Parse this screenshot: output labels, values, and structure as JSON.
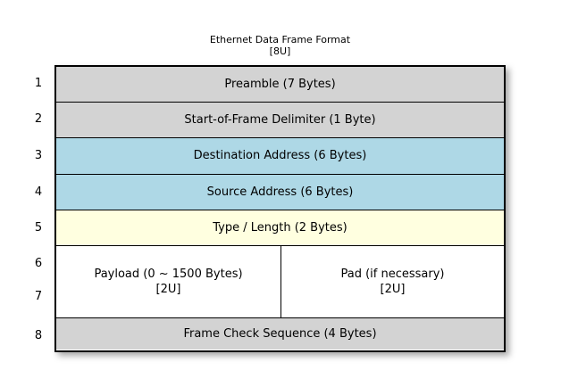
{
  "title": {
    "main": "Ethernet Data Frame Format",
    "sub": "[8U]"
  },
  "colors": {
    "header_gray": "#D3D3D3",
    "address_blue": "#AED8E6",
    "type_yellow": "#FFFFE0",
    "payload_white": "#FFFFFF",
    "border": "#000000",
    "background": "#FFFFFF"
  },
  "row_numbers": [
    "1",
    "2",
    "3",
    "4",
    "5",
    "6",
    "7",
    "8"
  ],
  "frame_rows": [
    {
      "number": "1",
      "label": "Preamble (7 Bytes)",
      "color": "gray"
    },
    {
      "number": "2",
      "label": "Start-of-Frame Delimiter (1 Byte)",
      "color": "gray"
    },
    {
      "number": "3",
      "label": "Destination Address (6 Bytes)",
      "color": "blue"
    },
    {
      "number": "4",
      "label": "Source Address (6 Bytes)",
      "color": "blue"
    },
    {
      "number": "5",
      "label": "Type / Length (2 Bytes)",
      "color": "yellow"
    },
    {
      "number": "6-7",
      "color": "white",
      "split": true,
      "left": {
        "label": "Payload (0 ~ 1500 Bytes)",
        "tag": "[2U]"
      },
      "right": {
        "label": "Pad (if necessary)",
        "tag": "[2U]"
      }
    },
    {
      "number": "8",
      "label": "Frame Check Sequence (4 Bytes)",
      "color": "gray"
    }
  ]
}
